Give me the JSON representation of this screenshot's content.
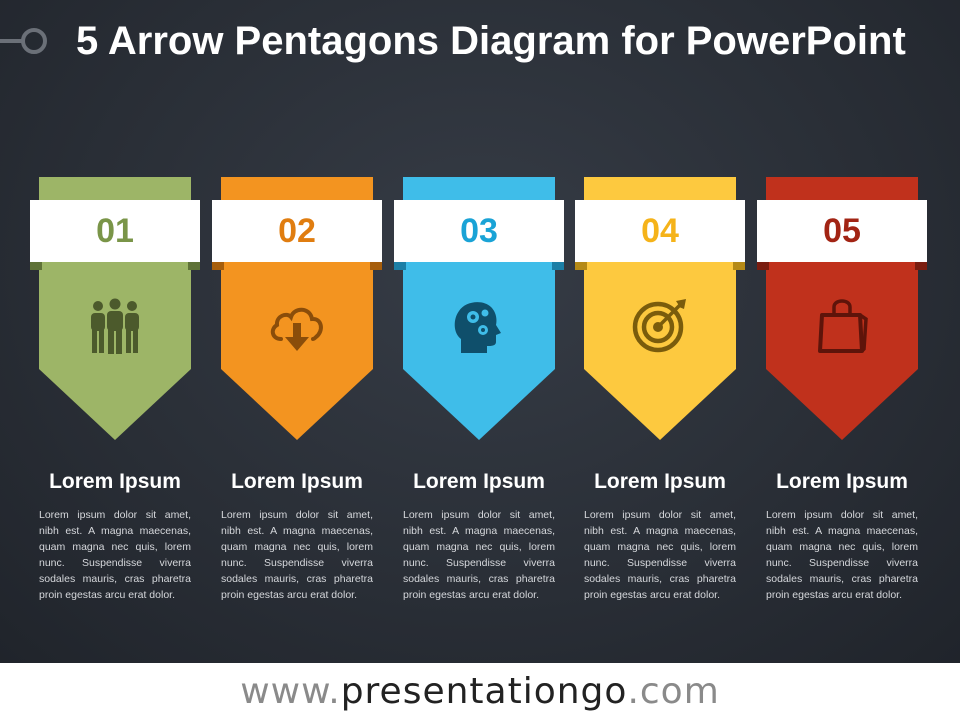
{
  "title": "5 Arrow Pentagons Diagram for PowerPoint",
  "items": [
    {
      "number": "01",
      "color": "#9db567",
      "text_color": "#7a9548",
      "icon": "people-group-icon",
      "heading": "Lorem Ipsum",
      "body": "Lorem ipsum dolor sit amet, nibh est. A magna maecenas, quam magna nec quis, lorem nunc. Suspendisse viverra sodales mauris, cras pharetra proin egestas arcu erat dolor."
    },
    {
      "number": "02",
      "color": "#f39420",
      "text_color": "#e07d10",
      "icon": "cloud-download-icon",
      "heading": "Lorem Ipsum",
      "body": "Lorem ipsum dolor sit amet, nibh est. A magna maecenas, quam magna nec quis, lorem nunc. Suspendisse viverra sodales mauris, cras pharetra proin egestas arcu erat dolor."
    },
    {
      "number": "03",
      "color": "#3fbde9",
      "text_color": "#1aa3d6",
      "icon": "head-gears-icon",
      "heading": "Lorem Ipsum",
      "body": "Lorem ipsum dolor sit amet, nibh est. A magna maecenas, quam magna nec quis, lorem nunc. Suspendisse viverra sodales mauris, cras pharetra proin egestas arcu erat dolor."
    },
    {
      "number": "04",
      "color": "#fdc93f",
      "text_color": "#f5b31a",
      "icon": "target-arrow-icon",
      "heading": "Lorem Ipsum",
      "body": "Lorem ipsum dolor sit amet, nibh est. A magna maecenas, quam magna nec quis, lorem nunc. Suspendisse viverra sodales mauris, cras pharetra proin egestas arcu erat dolor."
    },
    {
      "number": "05",
      "color": "#c0311c",
      "text_color": "#a22414",
      "icon": "shopping-bag-icon",
      "heading": "Lorem Ipsum",
      "body": "Lorem ipsum dolor sit amet, nibh est. A magna maecenas, quam magna nec quis, lorem nunc. Suspendisse viverra sodales mauris, cras pharetra proin egestas arcu erat dolor."
    }
  ],
  "footer": {
    "prefix": "www.",
    "brand": "presentationgo",
    "suffix": ".com"
  }
}
